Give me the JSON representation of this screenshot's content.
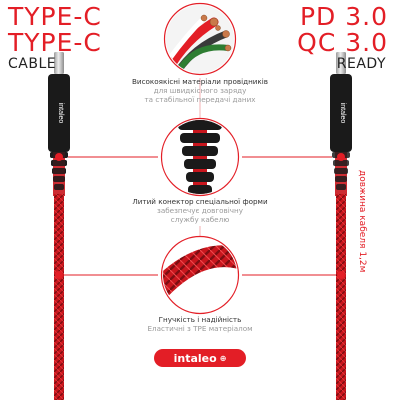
{
  "header": {
    "left_line1": "TYPE-C",
    "left_line2": "TYPE-C",
    "left_line3": "CABLE",
    "right_line1": "PD 3.0",
    "right_line2": "QC 3.0",
    "right_line3": "READY"
  },
  "product": {
    "connector_brand": "intaleo",
    "length_label": "довжина кабеля 1,2м"
  },
  "features": [
    {
      "title": "Високоякісні матеріали провідників",
      "lines": [
        "для швидкісного заряду",
        "та стабільної передачі даних"
      ]
    },
    {
      "title": "Литий конектор спеціальної форми",
      "lines": [
        "забезпечує довговічну",
        "службу кабелю"
      ]
    },
    {
      "title": "Гнучкість і надійність",
      "lines": [
        "Еластичні з TPE матеріалом"
      ]
    }
  ],
  "brand": {
    "logo_text": "intaleo"
  },
  "colors": {
    "accent": "#e31e26",
    "cable_black": "#1a1a1a",
    "plug_metal": "#c8c8c8",
    "copper": "#c9794a"
  }
}
